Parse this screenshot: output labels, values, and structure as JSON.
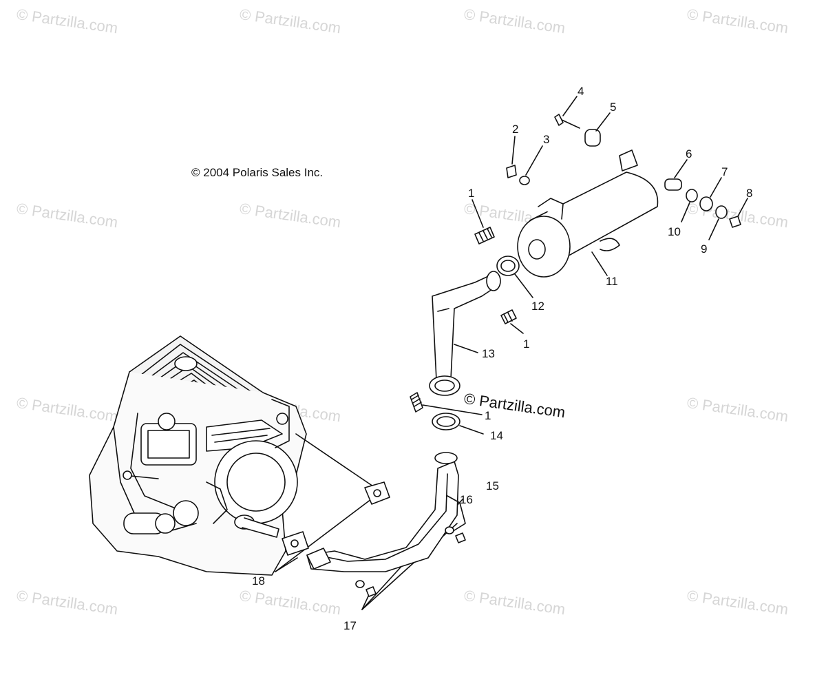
{
  "diagram": {
    "copyright_text": "© 2004 Polaris Sales Inc.",
    "brand_text": "© Partzilla.com",
    "watermark_text": "© Partzilla.com",
    "callouts": [
      "1",
      "2",
      "3",
      "4",
      "5",
      "6",
      "7",
      "8",
      "9",
      "10",
      "11",
      "12",
      "13",
      "1",
      "1",
      "14",
      "15",
      "16",
      "17",
      "18"
    ]
  }
}
